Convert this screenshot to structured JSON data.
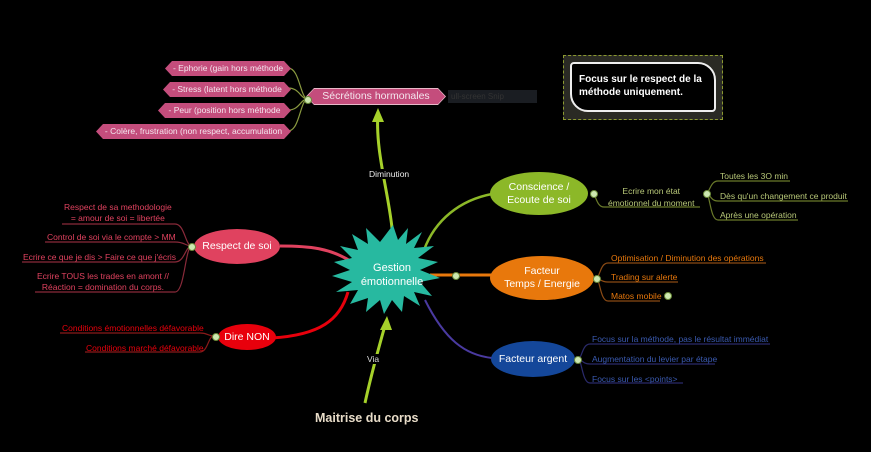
{
  "central": {
    "label_line1": "Gestion",
    "label_line2": "émotionnelle",
    "color": "#27b9a0"
  },
  "top_branch": {
    "connector_label": "Diminution",
    "node": {
      "label": "Sécrétions hormonales",
      "color": "#c44d7c"
    },
    "tooltip_fragment": "ull-screen Snip",
    "children": [
      "- Ephorie (gain hors méthode",
      "- Stress (latent hors méthode",
      "- Peur  (position hors méthode",
      "- Colère, frustration (non respect, accumulation"
    ]
  },
  "bottom_branch": {
    "connector_label": "Via",
    "node": {
      "label": "Maitrise du corps"
    }
  },
  "note": {
    "text_line1": "Focus sur le respect de la",
    "text_line2": "méthode uniquement."
  },
  "left_branches": [
    {
      "label": "Respect de soi",
      "color": "#e0425f",
      "children": [
        {
          "line1": "Respect de sa methodologie",
          "line2": "= amour de soi = libertée"
        },
        {
          "line1": "Control de soi via le compte > MM"
        },
        {
          "line1": "Ecrire ce que je dis > Faire ce que j'écris"
        },
        {
          "line1": "Ecrire TOUS les trades en amont //",
          "line2": "Réaction = domination du corps."
        }
      ]
    },
    {
      "label": "Dire NON",
      "color": "#e8000c",
      "children": [
        {
          "line1": "Conditions émotionnelles défavorable"
        },
        {
          "line1": "Conditions marché défavorable"
        }
      ]
    }
  ],
  "right_branches": [
    {
      "label_line1": "Conscience /",
      "label_line2": "Ecoute de soi",
      "color": "#8cb828",
      "sub": {
        "line1": "Ecrire mon état",
        "line2": "émotionnel du moment"
      },
      "children": [
        "Toutes les 3O min",
        "Dès qu'un changement ce produit",
        "Après une opération"
      ]
    },
    {
      "label_line1": "Facteur",
      "label_line2": "Temps / Energie",
      "color": "#e8780c",
      "children": [
        "Optimisation / Diminution des opérations",
        "Trading sur alerte",
        "Matos mobile"
      ]
    },
    {
      "label_line1": "Facteur argent",
      "label_line2": "",
      "color": "#14479a",
      "children": [
        "Focus sur la méthode, pas le résultat immédiat",
        "Augmentation du levier par étape",
        "Focus sur les <points>"
      ]
    }
  ]
}
